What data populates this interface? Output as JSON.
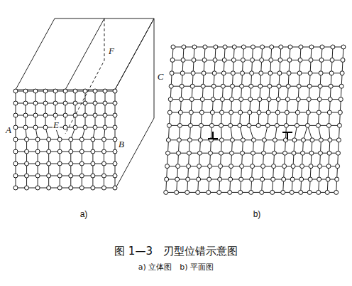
{
  "diagram": {
    "caption": "图 1—3　刃型位错示意图",
    "labels": [
      "A",
      "E",
      "F",
      "B",
      "C",
      "a)",
      "b)",
      "a) 立体图　b) 平面图"
    ]
  }
}
